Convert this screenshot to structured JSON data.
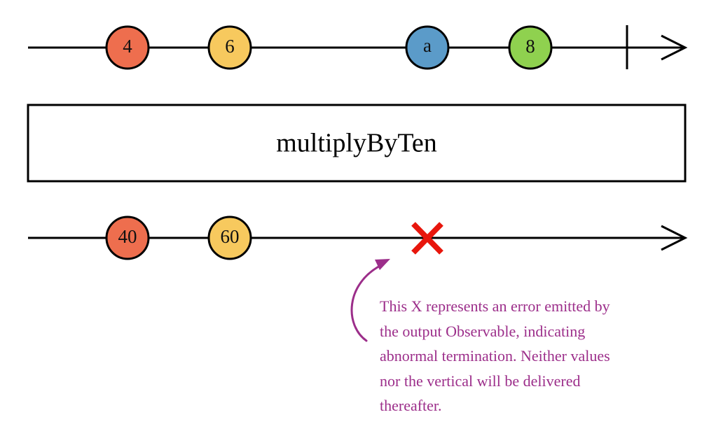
{
  "input_stream": {
    "marbles": [
      {
        "label": "4",
        "color": "#ee6e4e"
      },
      {
        "label": "6",
        "color": "#f7c95e"
      },
      {
        "label": "a",
        "color": "#5b9bc9"
      },
      {
        "label": "8",
        "color": "#8fd14f"
      }
    ],
    "completes": true
  },
  "operator": {
    "label": "multiplyByTen"
  },
  "output_stream": {
    "marbles": [
      {
        "label": "40",
        "color": "#ee6e4e"
      },
      {
        "label": "60",
        "color": "#f7c95e"
      }
    ],
    "error": true,
    "error_color": "#e8160c"
  },
  "annotation": {
    "lines": [
      "This X represents an error emitted by",
      "the output Observable, indicating",
      "abnormal termination. Neither values",
      "nor the vertical will be delivered",
      "thereafter."
    ],
    "color": "#9c2e8a"
  }
}
